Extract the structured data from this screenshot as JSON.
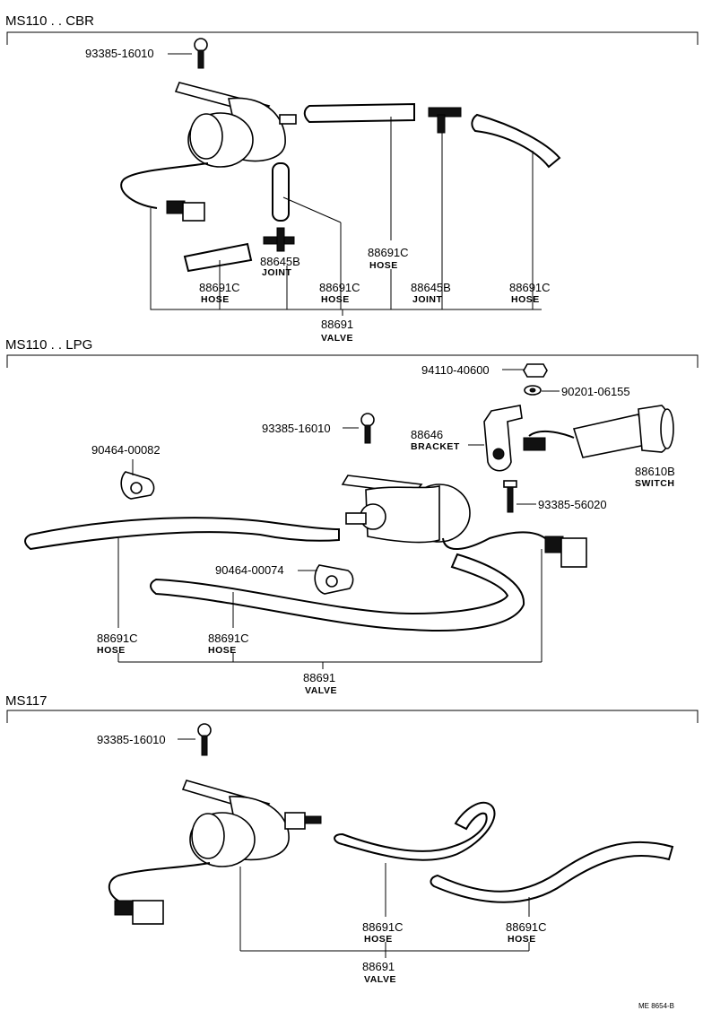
{
  "sections": [
    {
      "title": "MS110 . . CBR",
      "callouts": [
        {
          "part_no": "93385-16010",
          "name": ""
        },
        {
          "part_no": "88645B",
          "name": "JOINT"
        },
        {
          "part_no": "88691C",
          "name": "HOSE"
        },
        {
          "part_no": "88691C",
          "name": "HOSE"
        },
        {
          "part_no": "88691C",
          "name": "HOSE"
        },
        {
          "part_no": "88645B",
          "name": "JOINT"
        },
        {
          "part_no": "88691C",
          "name": "HOSE"
        },
        {
          "part_no": "88691",
          "name": "VALVE"
        }
      ]
    },
    {
      "title": "MS110 . . LPG",
      "callouts": [
        {
          "part_no": "94110-40600",
          "name": ""
        },
        {
          "part_no": "90201-06155",
          "name": ""
        },
        {
          "part_no": "93385-16010",
          "name": ""
        },
        {
          "part_no": "88646",
          "name": "BRACKET"
        },
        {
          "part_no": "88610B",
          "name": "SWITCH"
        },
        {
          "part_no": "90464-00082",
          "name": ""
        },
        {
          "part_no": "93385-56020",
          "name": ""
        },
        {
          "part_no": "90464-00074",
          "name": ""
        },
        {
          "part_no": "88691C",
          "name": "HOSE"
        },
        {
          "part_no": "88691C",
          "name": "HOSE"
        },
        {
          "part_no": "88691",
          "name": "VALVE"
        }
      ]
    },
    {
      "title": "MS117",
      "callouts": [
        {
          "part_no": "93385-16010",
          "name": ""
        },
        {
          "part_no": "88691C",
          "name": "HOSE"
        },
        {
          "part_no": "88691C",
          "name": "HOSE"
        },
        {
          "part_no": "88691",
          "name": "VALVE"
        }
      ]
    }
  ],
  "reference": "ME 8654-B"
}
